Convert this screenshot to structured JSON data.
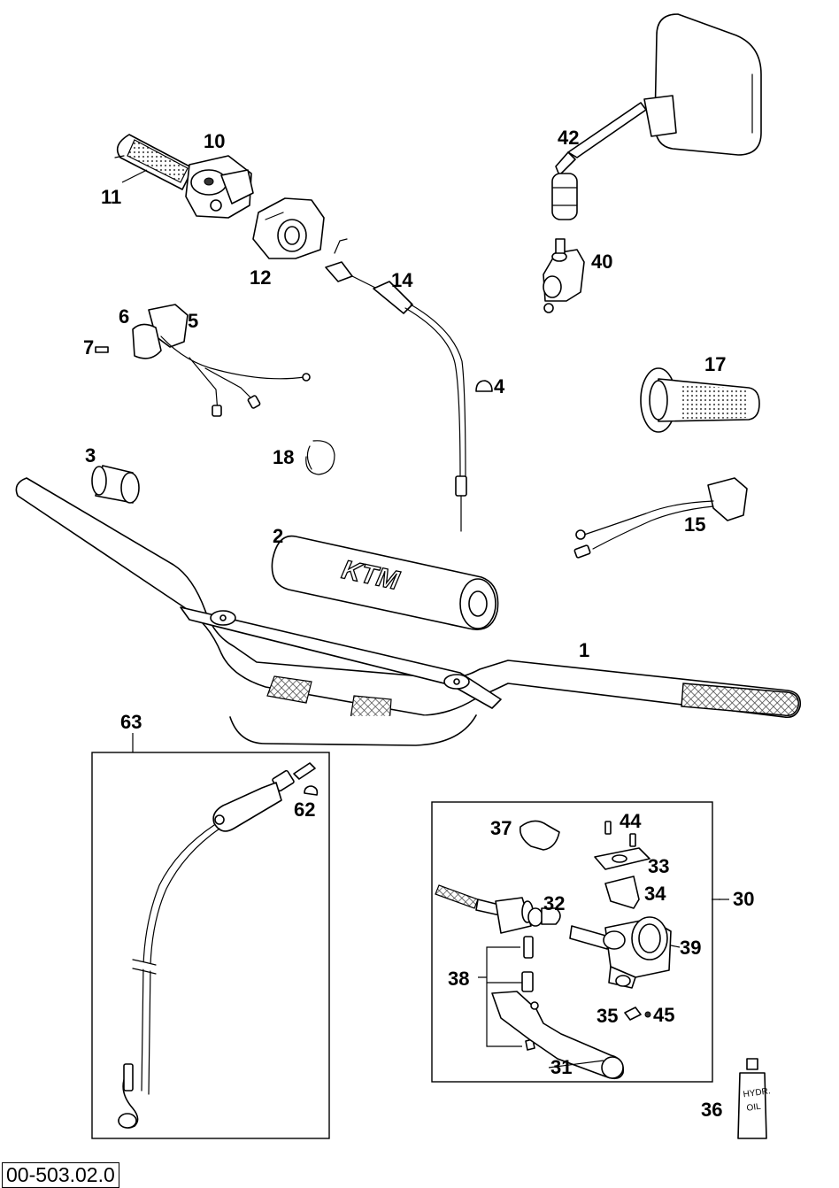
{
  "drawing_number": "00-503.02.0",
  "brand_logo_text": "KTM",
  "bottle_label": [
    "HYDR.",
    "OIL"
  ],
  "callouts": {
    "n1": "1",
    "n2": "2",
    "n3": "3",
    "n4": "4",
    "n5": "5",
    "n6": "6",
    "n7": "7",
    "n10": "10",
    "n11": "11",
    "n12": "12",
    "n14": "14",
    "n15": "15",
    "n17": "17",
    "n18": "18",
    "n30": "30",
    "n31": "31",
    "n32": "32",
    "n33": "33",
    "n34": "34",
    "n35": "35",
    "n36": "36",
    "n37": "37",
    "n38": "38",
    "n39": "39",
    "n40": "40",
    "n42": "42",
    "n44": "44",
    "n45": "45",
    "n62": "62",
    "n63": "63"
  }
}
